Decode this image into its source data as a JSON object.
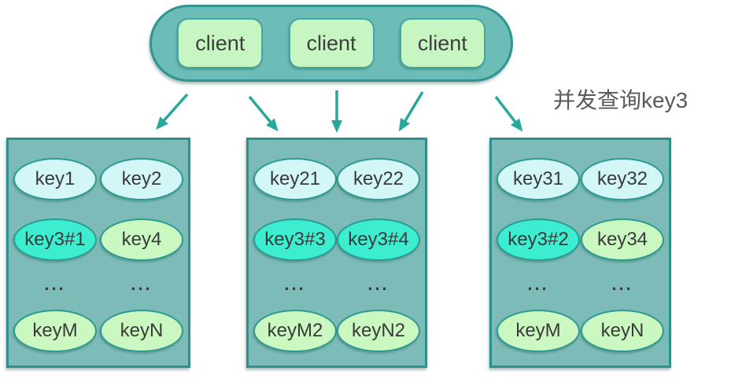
{
  "annotation": {
    "text": "并发查询key3"
  },
  "cluster": {
    "clients": [
      {
        "label": "client"
      },
      {
        "label": "client"
      },
      {
        "label": "client"
      }
    ]
  },
  "arrows": [
    {
      "from": "clients",
      "to": "shard-1",
      "direction": "down-left"
    },
    {
      "from": "clients",
      "to": "shard-2",
      "direction": "down-right"
    },
    {
      "from": "clients",
      "to": "shard-2",
      "direction": "down"
    },
    {
      "from": "clients",
      "to": "shard-2",
      "direction": "down-left"
    },
    {
      "from": "clients",
      "to": "shard-3",
      "direction": "down-right"
    }
  ],
  "colors": {
    "pill_fill": "#6cbdb7",
    "pill_border": "#2f968f",
    "shard_fill": "#7cbbb7",
    "shard_border": "#2e908a",
    "client_fill": "#c7f6c3",
    "client_border": "#45a79b",
    "key_cyan": "#d3f7f6",
    "key_hot_turquoise": "#3dedcf",
    "key_green": "#cbf7c0",
    "key_border": "#2c9c93",
    "arrow": "#29a79d",
    "text": "#3d3d3d",
    "annotation_text": "#5a5a5a"
  },
  "shards": [
    {
      "id": "shard-1",
      "rows": [
        [
          {
            "label": "key1",
            "variant": "cyan"
          },
          {
            "label": "key2",
            "variant": "cyan"
          }
        ],
        [
          {
            "label": "key3#1",
            "variant": "hot"
          },
          {
            "label": "key4",
            "variant": "green"
          }
        ],
        [
          {
            "label": "...",
            "variant": "dots"
          },
          {
            "label": "...",
            "variant": "dots"
          }
        ],
        [
          {
            "label": "keyM",
            "variant": "green"
          },
          {
            "label": "keyN",
            "variant": "green"
          }
        ]
      ]
    },
    {
      "id": "shard-2",
      "rows": [
        [
          {
            "label": "key21",
            "variant": "cyan"
          },
          {
            "label": "key22",
            "variant": "cyan"
          }
        ],
        [
          {
            "label": "key3#3",
            "variant": "hot"
          },
          {
            "label": "key3#4",
            "variant": "hot"
          }
        ],
        [
          {
            "label": "...",
            "variant": "dots"
          },
          {
            "label": "...",
            "variant": "dots"
          }
        ],
        [
          {
            "label": "keyM2",
            "variant": "green"
          },
          {
            "label": "keyN2",
            "variant": "green"
          }
        ]
      ]
    },
    {
      "id": "shard-3",
      "rows": [
        [
          {
            "label": "key31",
            "variant": "cyan"
          },
          {
            "label": "key32",
            "variant": "cyan"
          }
        ],
        [
          {
            "label": "key3#2",
            "variant": "hot"
          },
          {
            "label": "key34",
            "variant": "green"
          }
        ],
        [
          {
            "label": "...",
            "variant": "dots"
          },
          {
            "label": "...",
            "variant": "dots"
          }
        ],
        [
          {
            "label": "keyM",
            "variant": "green"
          },
          {
            "label": "keyN",
            "variant": "green"
          }
        ]
      ]
    }
  ]
}
